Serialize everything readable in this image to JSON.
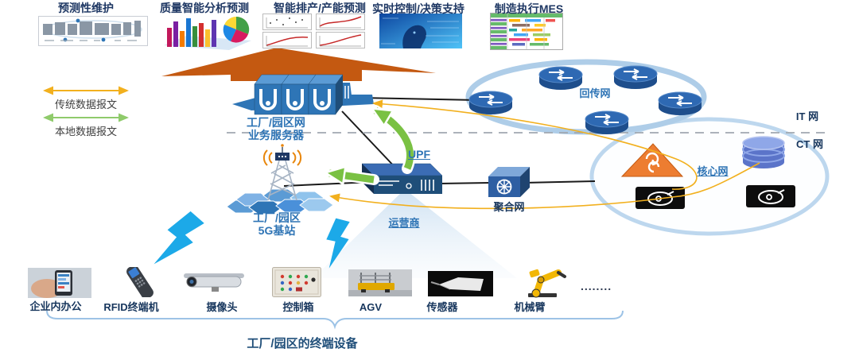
{
  "apps": [
    {
      "label": "预测性维护"
    },
    {
      "label": "质量智能分析预测"
    },
    {
      "label": "智能排产/产能预测"
    },
    {
      "label": "实时控制/决策支持"
    },
    {
      "label": "制造执行MES"
    }
  ],
  "legend": {
    "traditional": {
      "label": "传统数据报文",
      "color": "#F2B01E"
    },
    "local": {
      "label": "本地数据报文",
      "color": "#8FCB6B"
    }
  },
  "network": {
    "servers_label_line1": "工厂/园区网",
    "servers_label_line2": "业务服务器",
    "upf_label": "UPF",
    "backhaul_label": "回传网",
    "it_label": "IT 网",
    "ct_label": "CT 网",
    "core_label": "核心网",
    "aggregation_label": "聚合网",
    "operator_label": "运营商",
    "bs_label_line1": "工厂/园区",
    "bs_label_line2": "5G基站"
  },
  "devices": [
    {
      "label": "企业内办公"
    },
    {
      "label": "RFID终端机"
    },
    {
      "label": "摄像头"
    },
    {
      "label": "控制箱"
    },
    {
      "label": "AGV"
    },
    {
      "label": "传感器"
    },
    {
      "label": "机械臂"
    },
    {
      "label": "........"
    }
  ],
  "footer": {
    "label": "工厂/园区的终端设备"
  },
  "colors": {
    "accent_blue": "#2E74B5",
    "dark_navy": "#17365D",
    "orange_block_arrow": "#C45911",
    "traditional_flow_yellow": "#F2B01E",
    "local_flow_green": "#7AC143",
    "lightning_cyan": "#00AEEF",
    "node_blue": "#2E75B6",
    "cloud_blue": "#BDD7EE"
  }
}
